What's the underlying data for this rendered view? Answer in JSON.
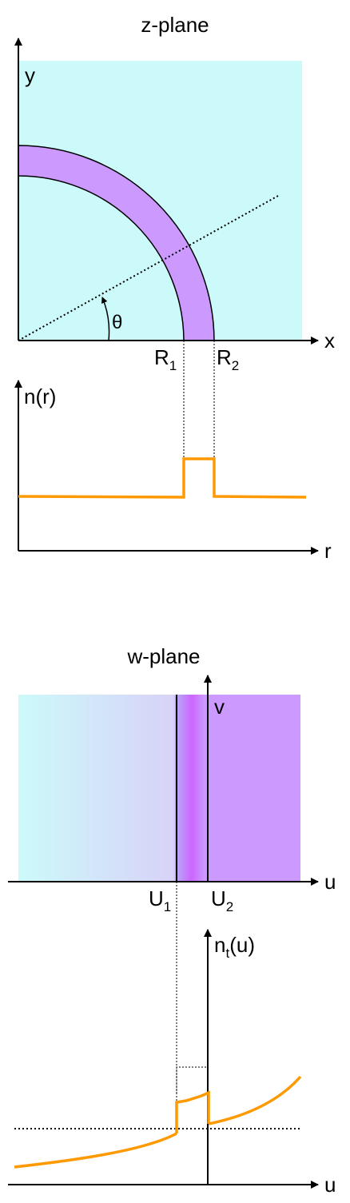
{
  "z_panel": {
    "title": "z-plane",
    "x_label": "x",
    "y_label": "y",
    "angle_label": "θ",
    "r1_label": "R",
    "r1_sub": "1",
    "r2_label": "R",
    "r2_sub": "2",
    "colors": {
      "background": "#ccfafa",
      "ring": "#cc99ff"
    }
  },
  "n_panel": {
    "y_label": "n(r)",
    "x_label": "r",
    "color": "#ff9900"
  },
  "w_panel": {
    "title": "w-plane",
    "v_label": "v",
    "u_label": "u",
    "u1_label": "U",
    "u1_sub": "1",
    "u2_label": "U",
    "u2_sub": "2",
    "colors": {
      "left": "#ccfafa",
      "right": "#cc99ff",
      "peak": "#cc66ff"
    }
  },
  "nt_panel": {
    "y_label_main": "n",
    "y_label_sub": "t",
    "y_label_tail": "(u)",
    "x_label": "u",
    "color": "#ff9900"
  }
}
